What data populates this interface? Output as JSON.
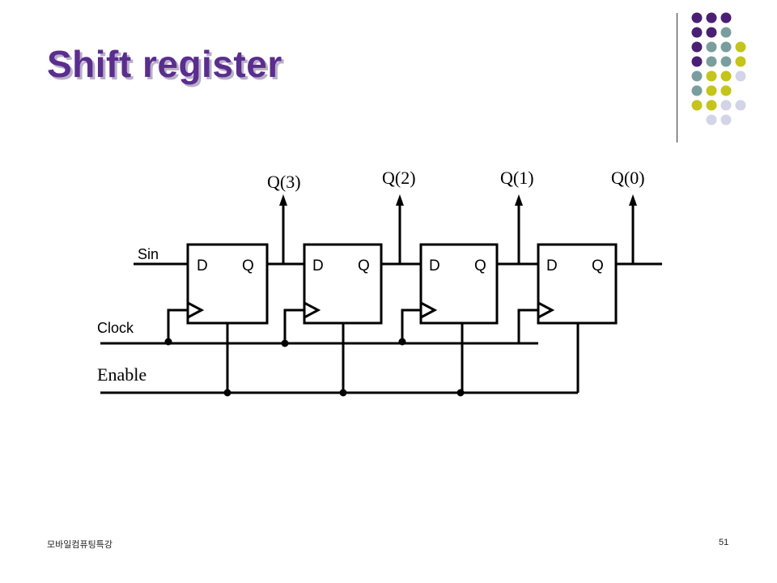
{
  "slide": {
    "title": "Shift register",
    "footer_left": "모바일컴퓨팅특강",
    "page_number": "51"
  },
  "decoration": {
    "colors": {
      "purple": "#4a1f74",
      "teal": "#7a9e9e",
      "olive": "#c4c41a",
      "lavender": "#d4d4e8"
    },
    "dot_rows": [
      [
        "purple",
        "purple",
        "purple"
      ],
      [
        "purple",
        "purple",
        "teal"
      ],
      [
        "purple",
        "teal",
        "teal",
        "olive"
      ],
      [
        "purple",
        "teal",
        "teal",
        "olive"
      ],
      [
        "teal",
        "olive",
        "olive",
        "lavender"
      ],
      [
        "teal",
        "olive",
        "olive"
      ],
      [
        "olive",
        "olive",
        "lavender",
        "lavender"
      ],
      [
        "lavender",
        "lavender"
      ]
    ]
  },
  "diagram": {
    "inputs": {
      "serial_in": "Sin",
      "clock": "Clock",
      "enable": "Enable"
    },
    "flip_flops": [
      {
        "d_label": "D",
        "q_label": "Q",
        "output": "Q(3)"
      },
      {
        "d_label": "D",
        "q_label": "Q",
        "output": "Q(2)"
      },
      {
        "d_label": "D",
        "q_label": "Q",
        "output": "Q(1)"
      },
      {
        "d_label": "D",
        "q_label": "Q",
        "output": "Q(0)"
      }
    ]
  }
}
